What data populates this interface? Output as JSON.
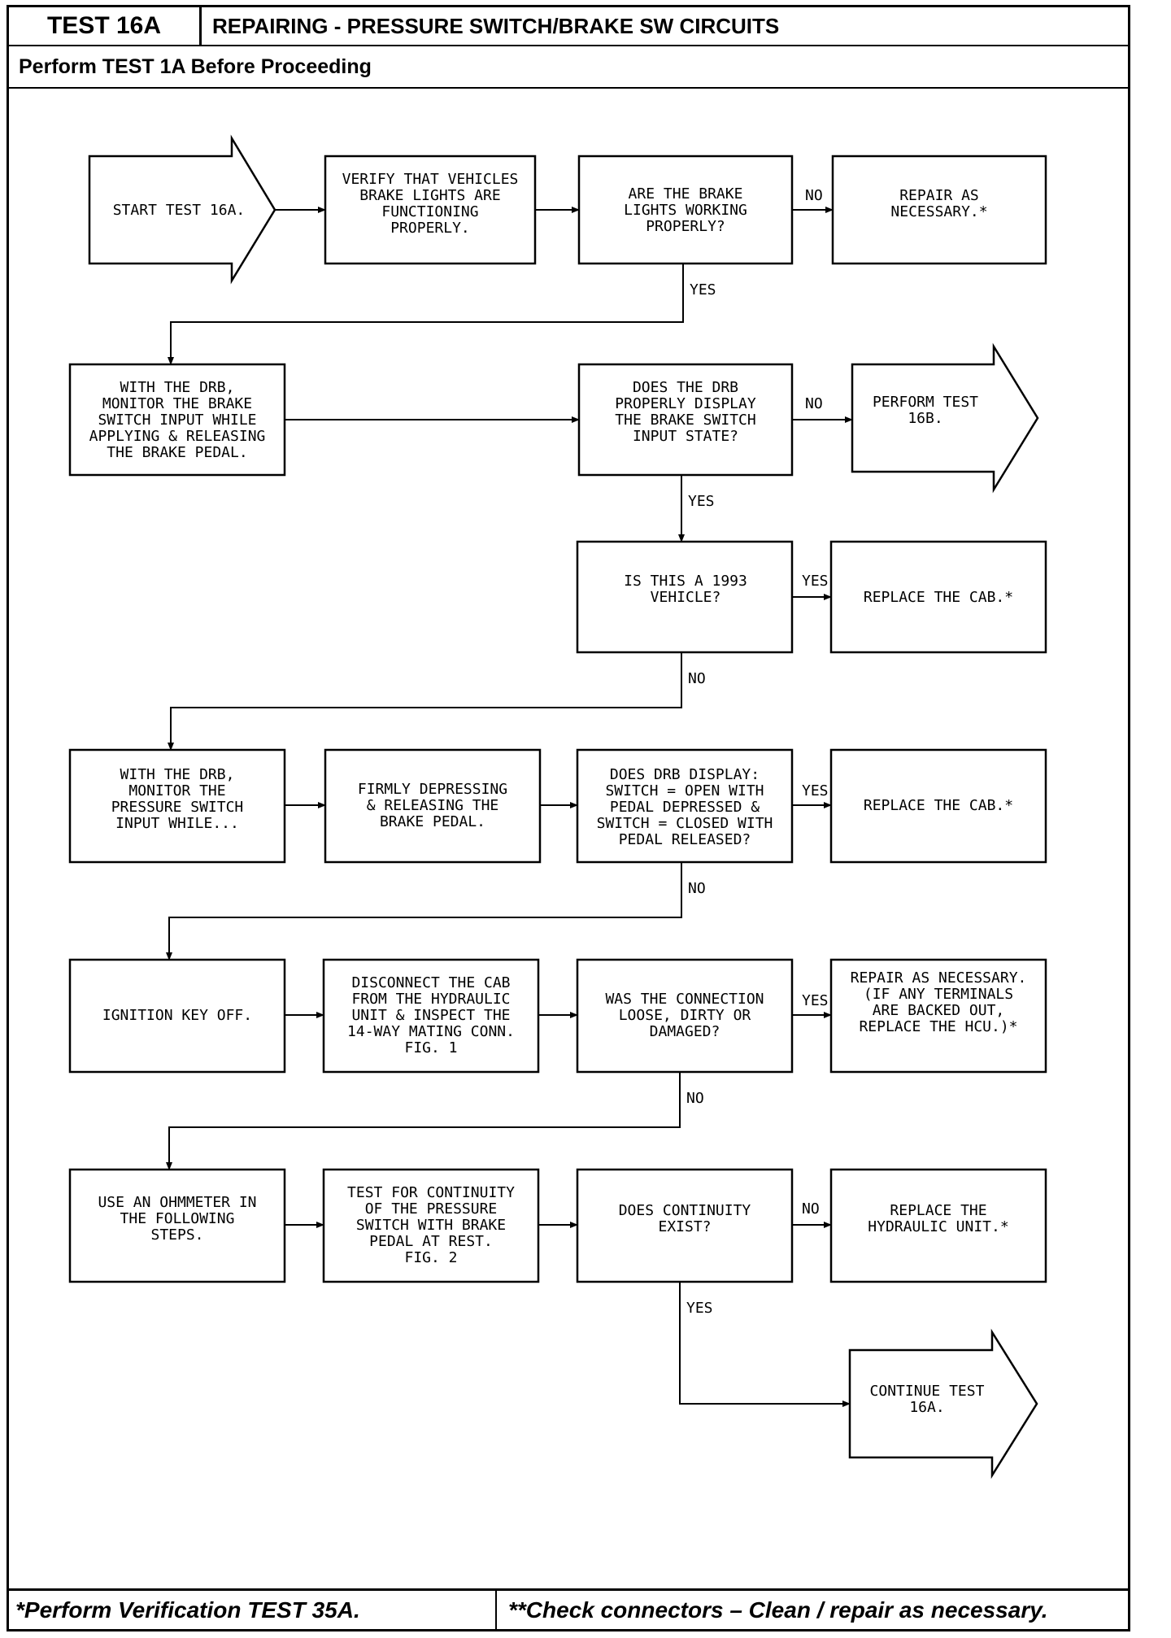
{
  "header": {
    "test_id": "TEST 16A",
    "title": "REPAIRING - PRESSURE SWITCH/BRAKE SW CIRCUITS",
    "prereq": "Perform TEST 1A Before Proceeding"
  },
  "footer": {
    "left": "*Perform Verification TEST 35A.",
    "right": "**Check connectors – Clean / repair as necessary."
  },
  "flowchart": {
    "nodes": {
      "start": [
        "START TEST 16A."
      ],
      "verify_lights": [
        "VERIFY THAT VEHICLES",
        "BRAKE LIGHTS ARE",
        "FUNCTIONING",
        "PROPERLY."
      ],
      "q_lights": [
        "ARE THE BRAKE",
        "LIGHTS WORKING",
        "PROPERLY?"
      ],
      "repair1": [
        "REPAIR AS",
        "NECESSARY.*"
      ],
      "monitor_brake": [
        "WITH THE DRB,",
        "MONITOR THE BRAKE",
        "SWITCH INPUT WHILE",
        "APPLYING & RELEASING",
        "THE BRAKE PEDAL."
      ],
      "q_drb_display": [
        "DOES THE DRB",
        "PROPERLY DISPLAY",
        "THE BRAKE SWITCH",
        "INPUT STATE?"
      ],
      "perform16b": [
        "PERFORM TEST",
        "16B."
      ],
      "q_1993": [
        "IS THIS A 1993",
        "VEHICLE?"
      ],
      "replace_cab1": [
        "REPLACE THE CAB.*"
      ],
      "monitor_pressure": [
        "WITH THE DRB,",
        "MONITOR THE",
        "PRESSURE SWITCH",
        "INPUT WHILE..."
      ],
      "firmly": [
        "FIRMLY DEPRESSING",
        "& RELEASING THE",
        "BRAKE PEDAL."
      ],
      "q_drb_switch": [
        "DOES DRB DISPLAY:",
        "SWITCH = OPEN WITH",
        "PEDAL DEPRESSED &",
        "SWITCH = CLOSED WITH",
        "PEDAL RELEASED?"
      ],
      "replace_cab2": [
        "REPLACE THE CAB.*"
      ],
      "ignition": [
        "IGNITION KEY OFF."
      ],
      "disconnect": [
        "DISCONNECT THE CAB",
        "FROM THE HYDRAULIC",
        "UNIT & INSPECT THE",
        "14-WAY MATING CONN.",
        "FIG. 1"
      ],
      "q_connection": [
        "WAS THE CONNECTION",
        "LOOSE, DIRTY OR",
        "DAMAGED?"
      ],
      "repair2": [
        "REPAIR AS NECESSARY.",
        "(IF ANY TERMINALS",
        "ARE BACKED OUT,",
        "REPLACE THE HCU.)*"
      ],
      "ohmmeter": [
        "USE AN OHMMETER IN",
        "THE FOLLOWING",
        "STEPS."
      ],
      "continuity_test": [
        "TEST FOR CONTINUITY",
        "OF THE PRESSURE",
        "SWITCH WITH BRAKE",
        "PEDAL AT REST.",
        "FIG. 2"
      ],
      "q_continuity": [
        "DOES CONTINUITY",
        "EXIST?"
      ],
      "replace_hcu": [
        "REPLACE THE",
        "HYDRAULIC UNIT.*"
      ],
      "continue16a": [
        "CONTINUE TEST",
        "16A."
      ]
    },
    "labels": {
      "yes": "YES",
      "no": "NO"
    }
  }
}
